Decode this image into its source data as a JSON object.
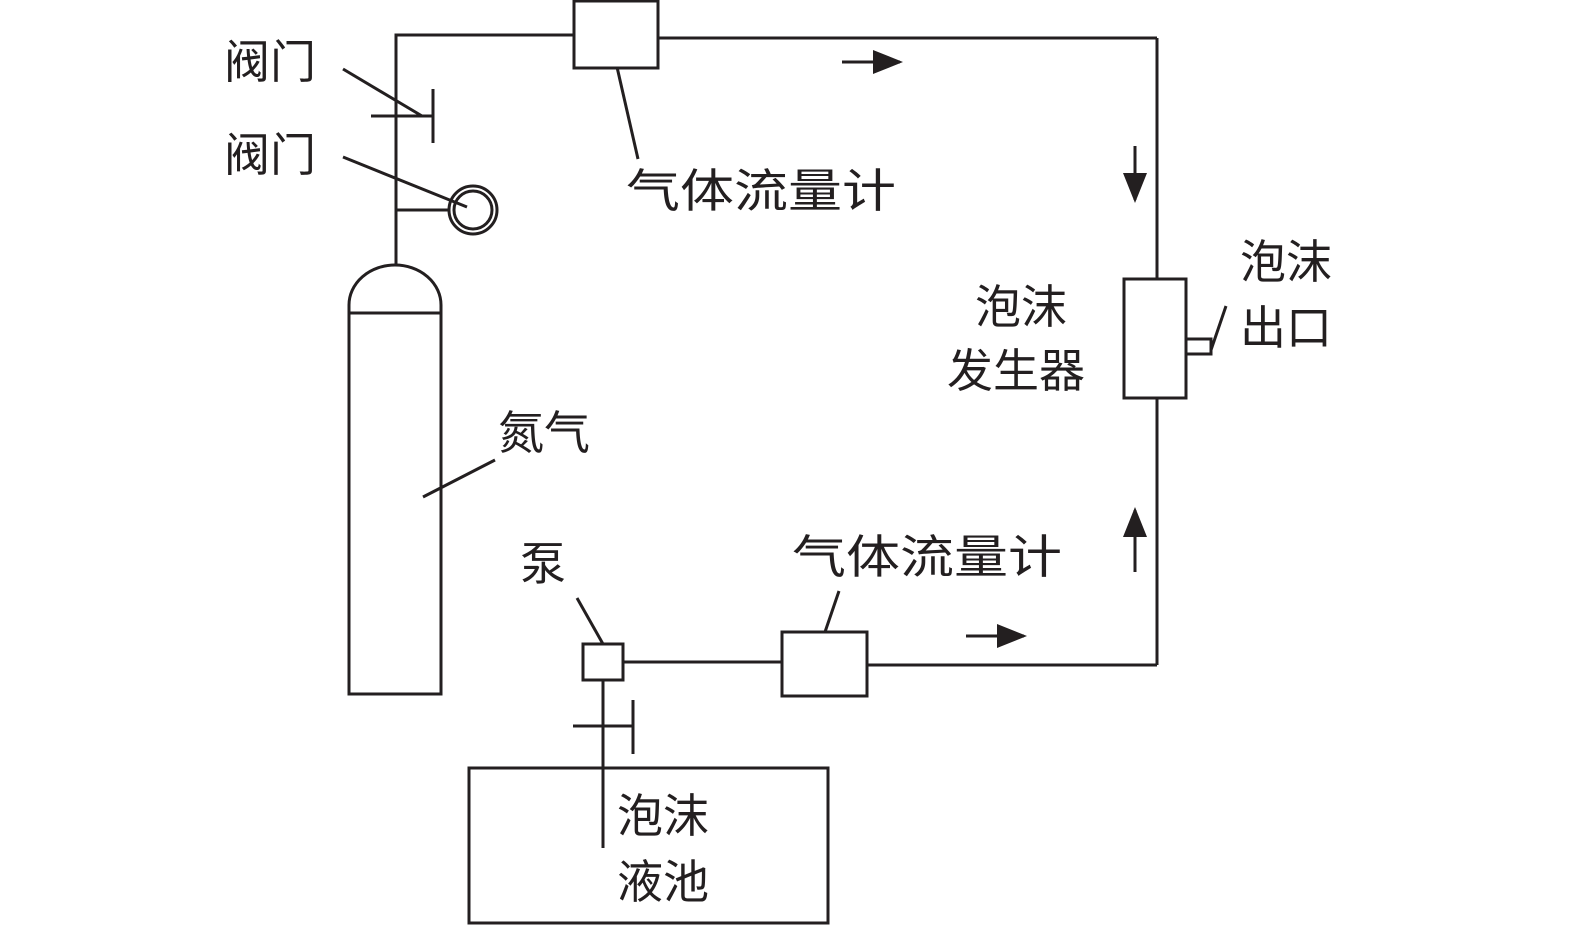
{
  "diagram": {
    "labels": {
      "valve_top": "阀门",
      "valve_bottom": "阀门",
      "flowmeter_top": "气体流量计",
      "flowmeter_bottom": "气体流量计",
      "nitrogen": "氮气",
      "pump": "泵",
      "generator_line1": "泡沫",
      "generator_line2": "发生器",
      "outlet_line1": "泡沫",
      "outlet_line2": "出口",
      "pool_line1": "泡沫",
      "pool_line2": "液池"
    },
    "colors": {
      "line": "#231f20",
      "background": "#ffffff"
    }
  }
}
